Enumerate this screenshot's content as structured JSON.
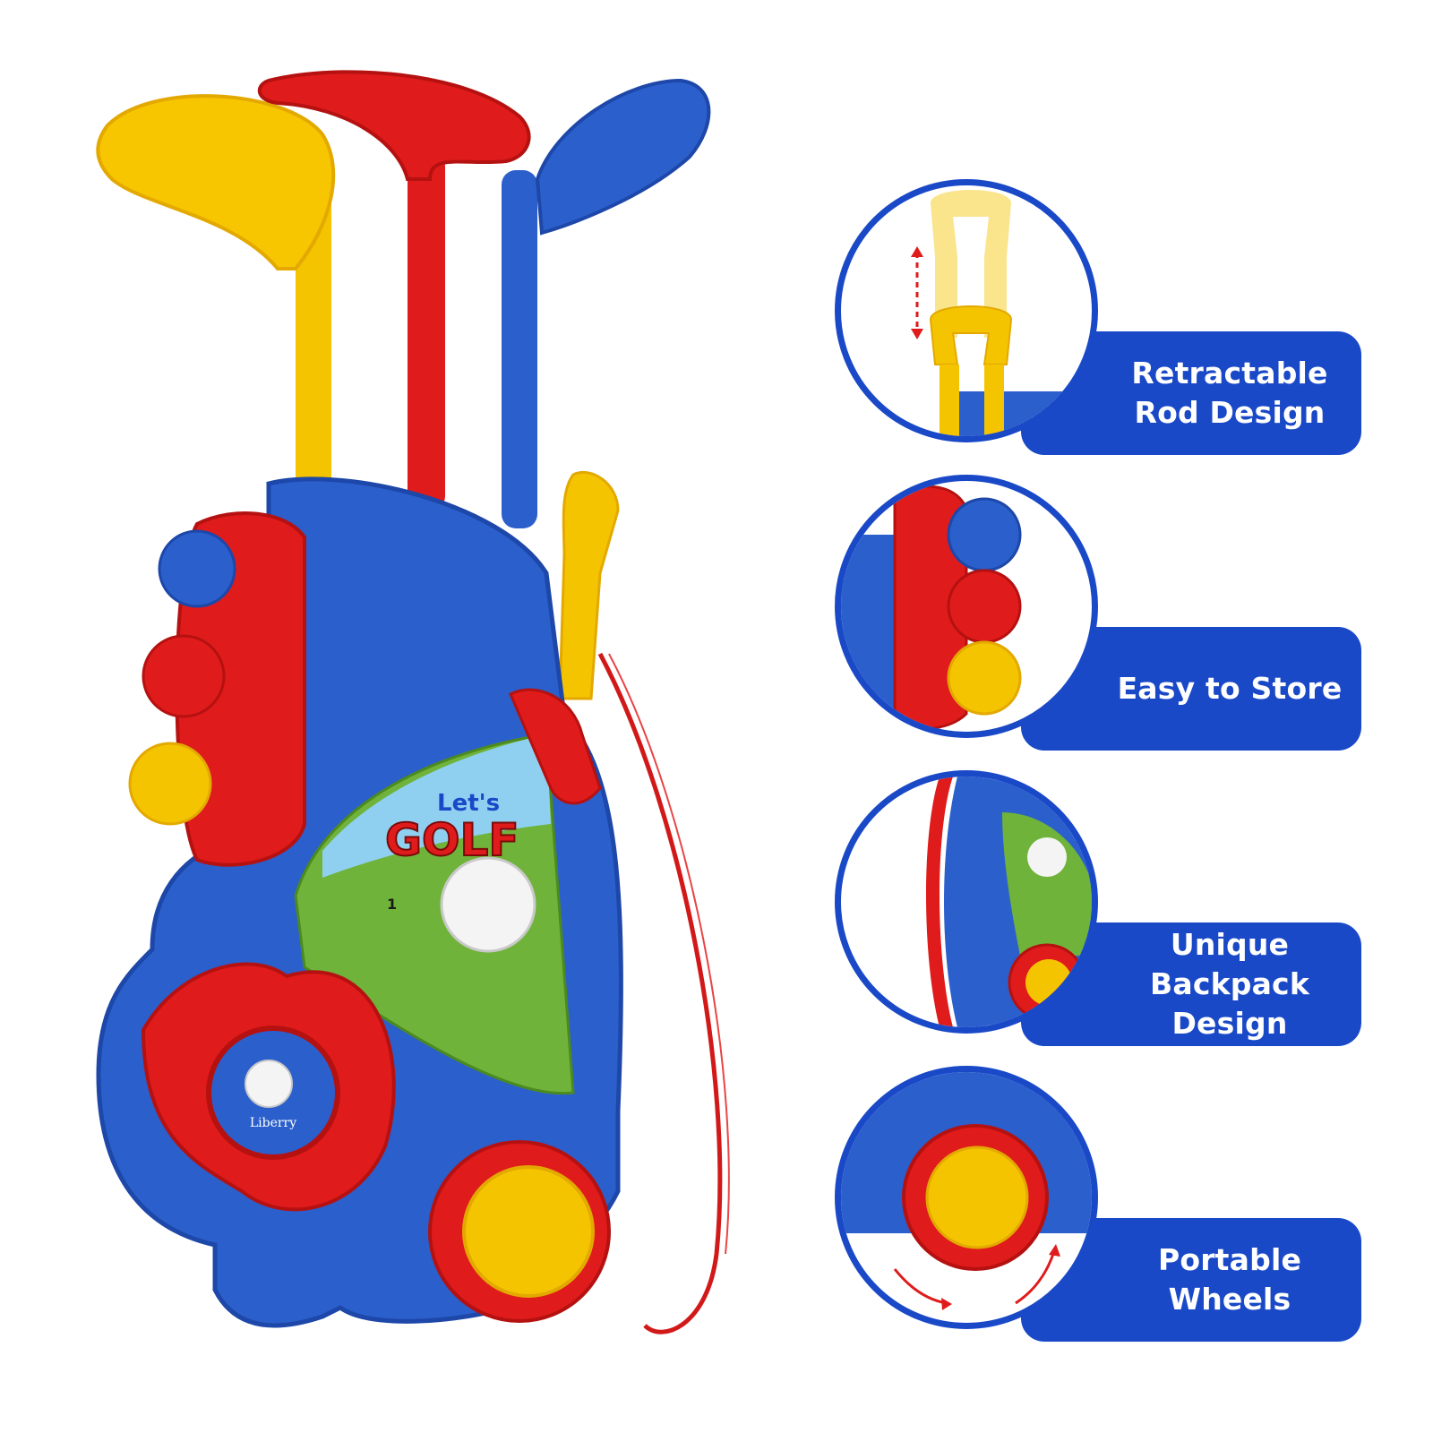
{
  "product": {
    "bag_text_top": "Let's",
    "bag_text_main": "GOLF",
    "brand_badge": "Liberry",
    "flag_number": "1"
  },
  "features": [
    {
      "label": "Retractable\nRod Design",
      "icon": "retractable-rod-icon"
    },
    {
      "label": "Easy to Store",
      "icon": "ball-storage-icon"
    },
    {
      "label": "Unique Backpack\nDesign",
      "icon": "backpack-strap-icon"
    },
    {
      "label": "Portable Wheels",
      "icon": "wheel-rotate-icon"
    }
  ],
  "colors": {
    "accent_blue": "#1a49c8",
    "bag_blue": "#2b5fcc",
    "toy_red": "#e01b1b",
    "toy_yellow": "#f5c400"
  }
}
